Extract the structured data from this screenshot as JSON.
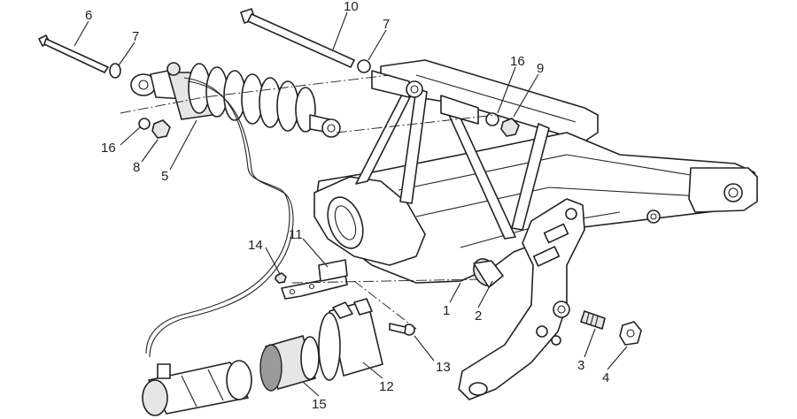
{
  "callouts": {
    "c1": "1",
    "c2": "2",
    "c3": "3",
    "c4": "4",
    "c5": "5",
    "c6": "6",
    "c7a": "7",
    "c7b": "7",
    "c8": "8",
    "c9": "9",
    "c10": "10",
    "c11": "11",
    "c12": "12",
    "c13": "13",
    "c14": "14",
    "c15": "15",
    "c16a": "16",
    "c16b": "16"
  },
  "colors": {
    "ink": "#222222",
    "shade": "#e6e6e6",
    "dark": "#9a9a9a",
    "background": "#ffffff"
  }
}
